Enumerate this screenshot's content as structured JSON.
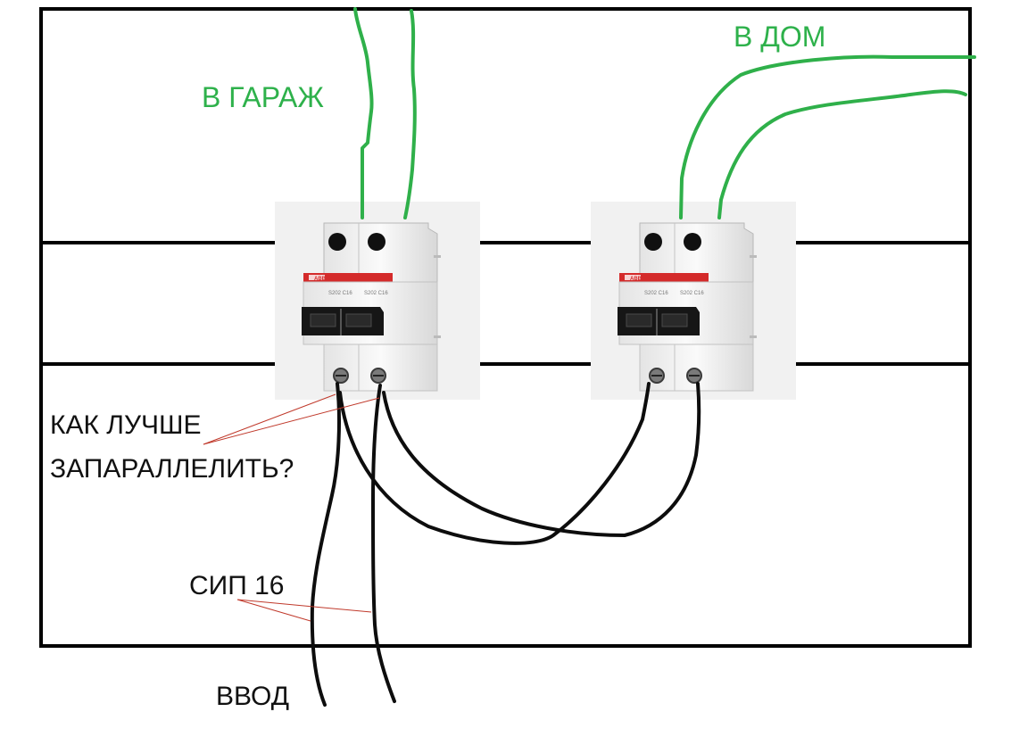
{
  "labels": {
    "garage": "В ГАРАЖ",
    "house": "В ДОМ",
    "question_line1": "КАК ЛУЧШЕ",
    "question_line2": "ЗАПАРАЛЛЕЛИТЬ?",
    "cable": "СИП 16",
    "input": "ВВОД"
  },
  "breakers": [
    {
      "brand": "ABB",
      "purpose": "garage"
    },
    {
      "brand": "ABB",
      "purpose": "house"
    }
  ],
  "colors": {
    "frame": "#000000",
    "green_wire": "#2fb04a",
    "green_text": "#2eb14b",
    "black_wire": "#0d0d0d",
    "pointer_line": "#c0392b",
    "abb_stripe": "#d42a2a"
  }
}
